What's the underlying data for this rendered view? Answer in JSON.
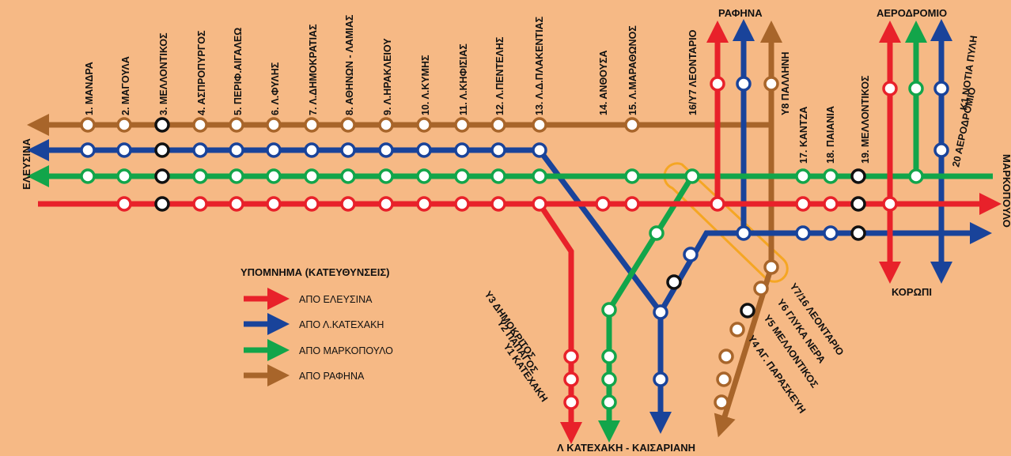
{
  "colors": {
    "background": "#f6b985",
    "red": "#e8212a",
    "blue": "#19439a",
    "green": "#12a54a",
    "brown": "#a8652a",
    "node_fill": "#ffffff",
    "node_highlight": "#111111",
    "interchange_outline": "#f5a623"
  },
  "destinations": {
    "left": "ΕΛΕΥΣΙΝΑ",
    "right": "ΜΑΡΚΟΠΟΥΛΟ",
    "top_rafina": "ΡΑΦΗΝΑ",
    "top_airport": "ΑΕΡΟΔΡΟΜΙΟ",
    "bottom_koropi": "ΚΟΡΩΠΙ",
    "bottom_katechaki": "Λ ΚΑΤΕΧΑΚΗ - ΚΑΙΣΑΡΙΑΝΗ"
  },
  "stations_top": [
    "1. ΜΑΝΔΡΑ",
    "2. ΜΑΓΟΥΛΑ",
    "3. ΜΕΛΛΟΝΤΙΚΟΣ",
    "4. ΑΣΠΡΟΠΥΡΓΟΣ",
    "5. ΠΕΡΙΦ.ΑΙΓΑΛΕΩ",
    "6. Λ.ΦΥΛΗΣ",
    "7. Λ.ΔΗΜΟΚΡΑΤΙΑΣ",
    "8. ΑΘΗΝΩΝ - ΛΑΜΙΑΣ",
    "9. Λ.ΗΡΑΚΛΕΙΟΥ",
    "10. Λ.ΚΥΜΗΣ",
    "11. Λ.ΚΗΦΙΣΙΑΣ",
    "12. Λ.ΠΕΝΤΕΛΗΣ",
    "13. Λ.Δ.ΠΛΑΚΕΝΤΙΑΣ",
    "14. ΑΝΘΟΥΣΑ",
    "15. Λ.ΜΑΡΑΘΩΝΟΣ",
    "16/Υ7 ΛΕΟΝΤΑΡΙΟ",
    "Υ8 ΠΑΛΛΗΝΗ"
  ],
  "stations_east": [
    "17. ΚΑΝΤΖΑ",
    "18. ΠΑΙΑΝΙΑ",
    "19. ΜΕΛΛΟΝΤΙΚΟΣ"
  ],
  "stations_airport": [
    "Κ1 ΝΟΤΙΑ ΠΥΛΗ",
    "20 ΑΕΡΟΔΡΟΜΙΟ"
  ],
  "stations_katechaki": [
    "Υ3 ΔΗΜΟΚΡΙΤΟΣ",
    "Υ2 ΠΑΠΑΓΟΣ",
    "Υ1 ΚΑΤΕΧΑΚΗ"
  ],
  "stations_diagonal": [
    "Υ7/16 ΛΕΟΝΤΑΡΙΟ",
    "Υ6 ΓΛΥΚΑ ΝΕΡΑ",
    "Υ5 ΜΕΛΛΟΝΤΙΚΟΣ",
    "Υ4 ΑΓ. ΠΑΡΑΣΚΕΥΗ"
  ],
  "legend": {
    "title": "ΥΠΟΜΝΗΜΑ (ΚΑΤΕΥΘΥΝΣΕΙΣ)",
    "items": [
      {
        "label": "ΑΠΟ ΕΛΕΥΣΙΝΑ",
        "color": "#e8212a"
      },
      {
        "label": "ΑΠΟ Λ.ΚΑΤΕΧΑΚΗ",
        "color": "#19439a"
      },
      {
        "label": "ΑΠΟ ΜΑΡΚΟΠΟΥΛΟ",
        "color": "#12a54a"
      },
      {
        "label": "ΑΠΟ ΡΑΦΗΝΑ",
        "color": "#a8652a"
      }
    ]
  }
}
